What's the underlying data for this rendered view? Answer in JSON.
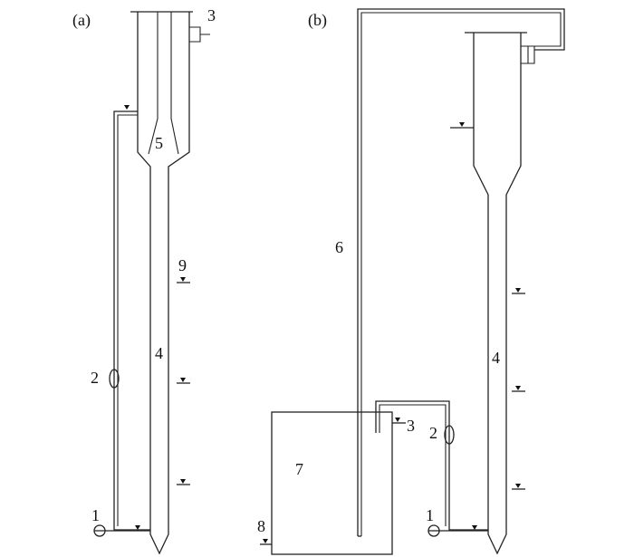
{
  "panels": {
    "a": {
      "label": "(a)"
    },
    "b": {
      "label": "(b)"
    }
  },
  "labels": {
    "a": {
      "n1": "1",
      "n2": "2",
      "n3": "3",
      "n4": "4",
      "n5": "5",
      "n9": "9"
    },
    "b": {
      "n1": "1",
      "n2": "2",
      "n3": "3",
      "n4": "4",
      "n6": "6",
      "n7": "7",
      "n8": "8"
    }
  },
  "colors": {
    "stroke": "#222222",
    "background": "#ffffff"
  }
}
